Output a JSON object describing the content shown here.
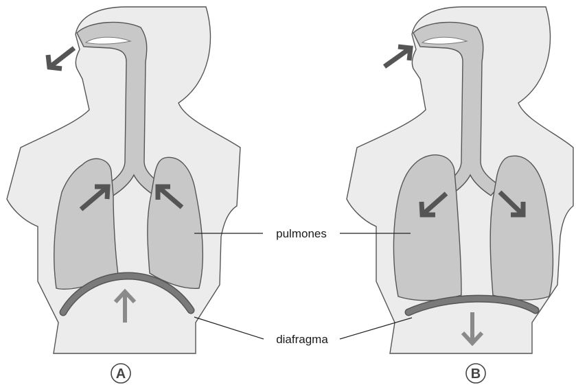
{
  "labels": {
    "lungs": "pulmones",
    "diaphragm": "diafragma"
  },
  "panels": [
    {
      "letter": "A"
    },
    {
      "letter": "B"
    }
  ],
  "colors": {
    "body": "#ececec",
    "organ": "#c8c8c8",
    "outline": "#555555",
    "diaphragm": "#7a7a7a",
    "arrow_dark": "#555555",
    "arrow_light": "#8a8a8a"
  },
  "icons": [
    "arrow-icon"
  ]
}
